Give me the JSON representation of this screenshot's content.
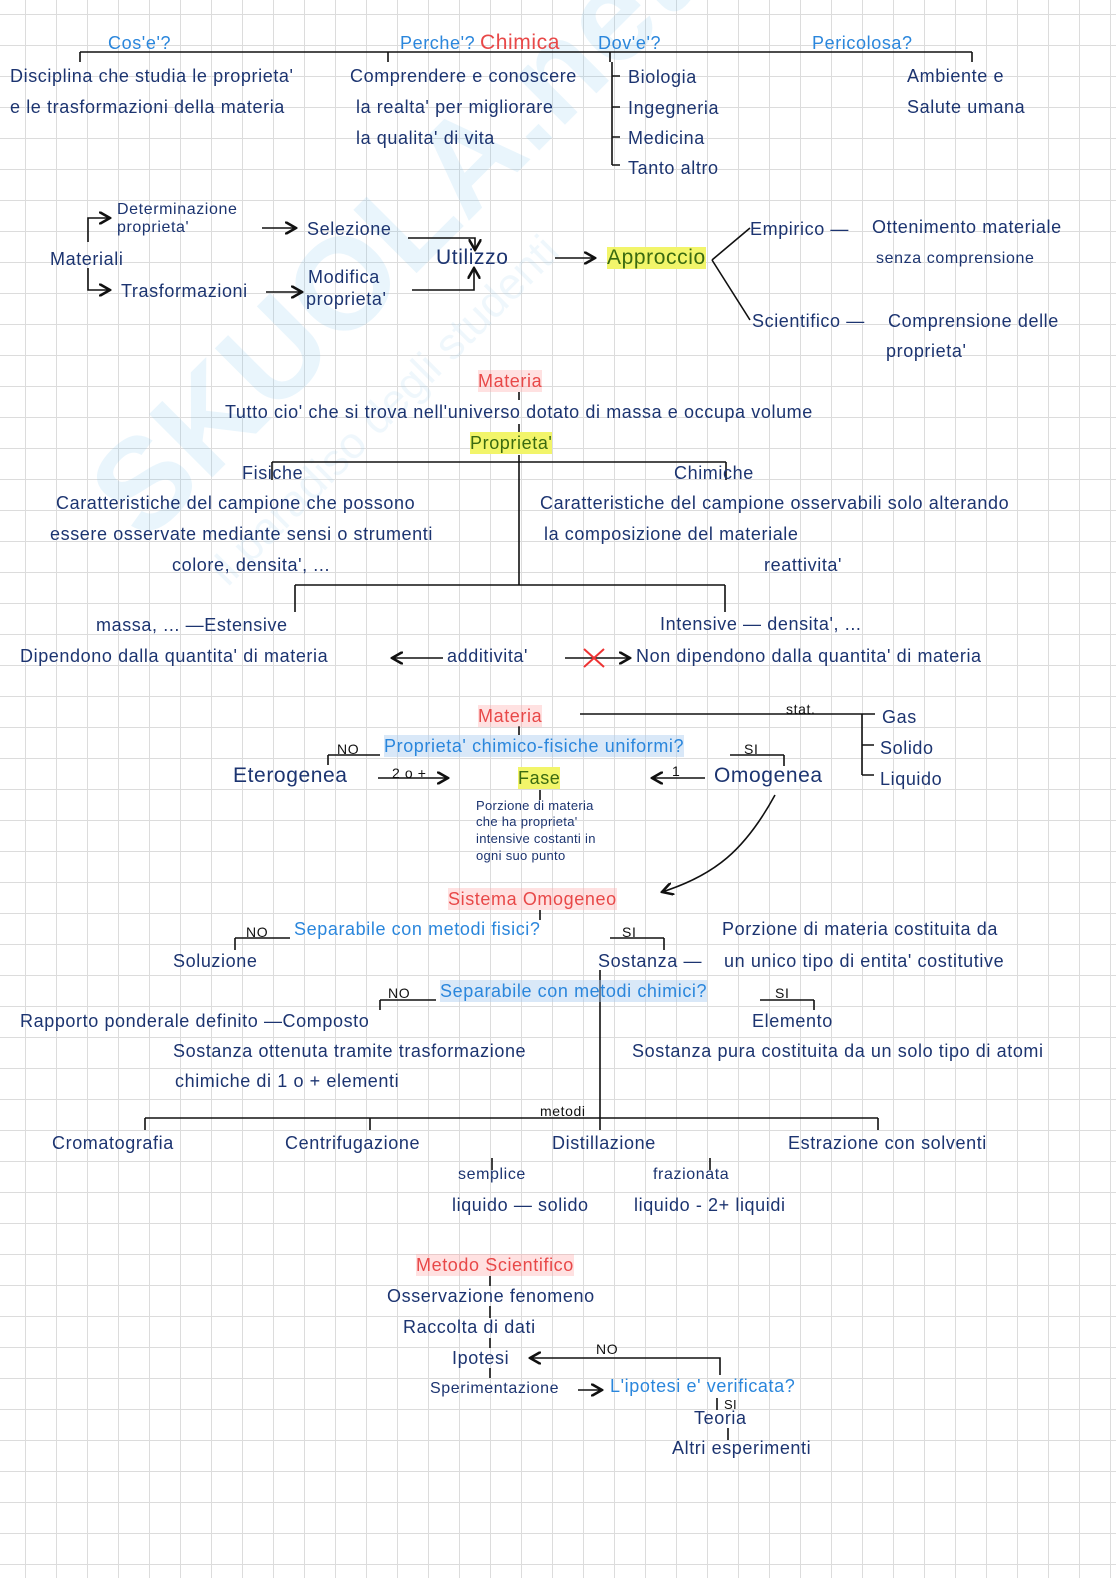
{
  "watermark": {
    "brand": "Skuola.net",
    "tagline": "il paradiso degli studenti"
  },
  "s1": {
    "cos": "Cos'e'?",
    "perche": "Perche'?",
    "chimica": "Chimica",
    "dove": "Dov'e'?",
    "pericolosa": "Pericolosa?",
    "cos_1": "Disciplina che studia le proprieta'",
    "cos_2": "e le trasformazioni della materia",
    "per_1": "Comprendere e conoscere",
    "per_2": "la realta' per migliorare",
    "per_3": "la qualita' di vita",
    "dove_items": [
      "Biologia",
      "Ingegneria",
      "Medicina",
      "Tanto altro"
    ],
    "per_1b": "Ambiente e",
    "per_2b": "Salute umana"
  },
  "s2": {
    "det_1": "Determinazione",
    "det_2": "proprieta'",
    "materiali": "Materiali",
    "trasf": "Trasformazioni",
    "selezione": "Selezione",
    "mod_1": "Modifica",
    "mod_2": "proprieta'",
    "utilizzo": "Utilizzo",
    "approccio": "Approccio",
    "empirico": "Empirico —",
    "emp_1": "Ottenimento materiale",
    "emp_2": "senza comprensione",
    "scientifico": "Scientifico —",
    "sci_1": "Comprensione delle",
    "sci_2": "proprieta'"
  },
  "s3": {
    "materia": "Materia",
    "def": "Tutto cio' che si trova nell'universo dotato di massa e occupa volume",
    "proprieta": "Proprieta'",
    "fisiche": "Fisiche",
    "chimiche": "Chimiche",
    "fis_1": "Caratteristiche del campione che possono",
    "fis_2": "essere osservate mediante sensi o strumenti",
    "fis_3": "colore, densita', ...",
    "chi_1": "Caratteristiche del campione osservabili solo alterando",
    "chi_2": "la composizione del materiale",
    "chi_3": "reattivita'",
    "estensive": "massa, ... —Estensive",
    "intensive": "Intensive — densita', ...",
    "dip": "Dipendono dalla quantita' di materia",
    "additivita": "additivita'",
    "nondip": "Non dipendono dalla quantita' di materia"
  },
  "s4": {
    "materia": "Materia",
    "stat": "stat.",
    "stati": [
      "Gas",
      "Solido",
      "Liquido"
    ],
    "no": "NO",
    "domanda": "Proprieta' chimico-fisiche uniformi?",
    "si": "SI",
    "eterogenea": "Eterogenea",
    "due": "2 o +",
    "fase": "Fase",
    "uno": "1",
    "omogenea": "Omogenea",
    "fase_def": [
      "Porzione di materia",
      "che ha proprieta'",
      "intensive costanti in",
      "ogni suo punto"
    ]
  },
  "s5": {
    "sistema": "Sistema Omogeneo",
    "no": "NO",
    "domanda": "Separabile con metodi fisici?",
    "si": "SI",
    "soluzione": "Soluzione",
    "sostanza": "Sostanza —",
    "def_1": "Porzione di materia costituita da",
    "def_2": "un unico tipo di entita' costitutive",
    "no2": "NO",
    "domanda2": "Separabile con metodi chimici?",
    "si2": "SI",
    "composto": "Rapporto ponderale definito —Composto",
    "elemento": "Elemento",
    "comp_1": "Sostanza ottenuta tramite trasformazione",
    "comp_2": "chimiche di 1 o + elementi",
    "el_1": "Sostanza pura costituita da un solo tipo di atomi",
    "metodi": "metodi",
    "m": [
      "Cromatografia",
      "Centrifugazione",
      "Distillazione",
      "Estrazione con solventi"
    ],
    "semplice": "semplice",
    "frazionata": "frazionata",
    "sem_d": "liquido — solido",
    "fra_d": "liquido - 2+ liquidi"
  },
  "s6": {
    "title": "Metodo Scientifico",
    "steps": [
      "Osservazione fenomeno",
      "Raccolta di dati",
      "Ipotesi",
      "Sperimentazione"
    ],
    "no": "NO",
    "domanda": "L'ipotesi e' verificata?",
    "si": "SI",
    "teoria": "Teoria",
    "altri": "Altri esperimenti"
  }
}
